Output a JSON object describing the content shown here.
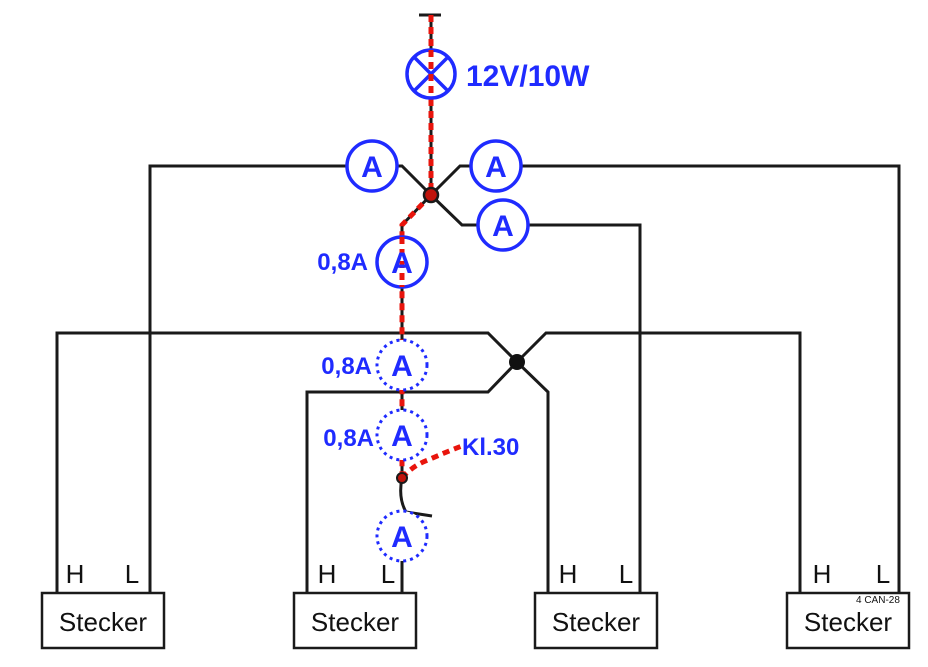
{
  "lamp": {
    "label": "12V/10W"
  },
  "ammeter_symbol": "A",
  "current_readings": [
    "0,8A",
    "0,8A",
    "0,8A"
  ],
  "terminal_label": "Kl.30",
  "connectors": [
    {
      "label": "Stecker",
      "pin_h": "H",
      "pin_l": "L"
    },
    {
      "label": "Stecker",
      "pin_h": "H",
      "pin_l": "L"
    },
    {
      "label": "Stecker",
      "pin_h": "H",
      "pin_l": "L"
    },
    {
      "label": "Stecker",
      "pin_h": "H",
      "pin_l": "L"
    }
  ],
  "figure_code": "4 CAN-28",
  "colors": {
    "meter": "#1f2bff",
    "current_path": "#e8140c",
    "wire": "#1a1a1a"
  }
}
